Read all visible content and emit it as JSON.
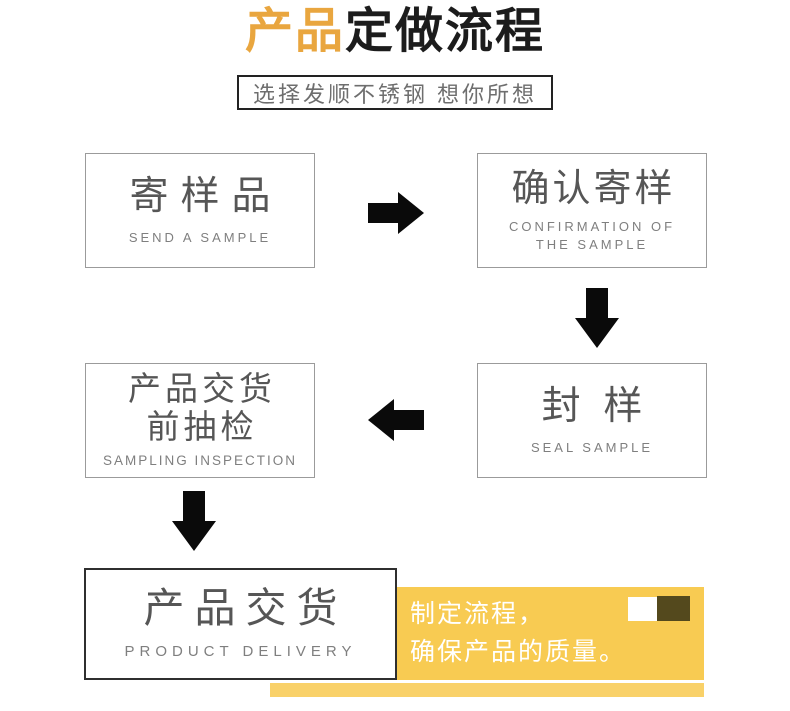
{
  "header": {
    "title_highlight": "产品",
    "title_rest": "定做流程",
    "subtitle": "选择发顺不锈钢 想你所想"
  },
  "steps": [
    {
      "zh": "寄样品",
      "en": "SEND A SAMPLE"
    },
    {
      "zh": "确认寄样",
      "en_line1": "CONFIRMATION OF",
      "en_line2": "THE SAMPLE"
    },
    {
      "zh": "封 样",
      "en": "SEAL SAMPLE"
    },
    {
      "zh_line1": "产品交货",
      "zh_line2": "前抽检",
      "en": "SAMPLING INSPECTION"
    },
    {
      "zh": "产品交货",
      "en": "PRODUCT DELIVERY"
    }
  ],
  "callout": {
    "line1": "制定流程，",
    "line2": "确保产品的质量。"
  },
  "icons": {
    "arrow_right": "arrow-right-icon",
    "arrow_down": "arrow-down-icon",
    "arrow_left": "arrow-left-icon"
  },
  "colors": {
    "accent_gold": "#E9A63F",
    "callout_yellow": "#F8CB52",
    "callout_dark_square": "#54491D",
    "strip_yellow": "#F9D169",
    "arrow_black": "#0A0A0A",
    "box_border_gray": "#9B9B9B"
  }
}
